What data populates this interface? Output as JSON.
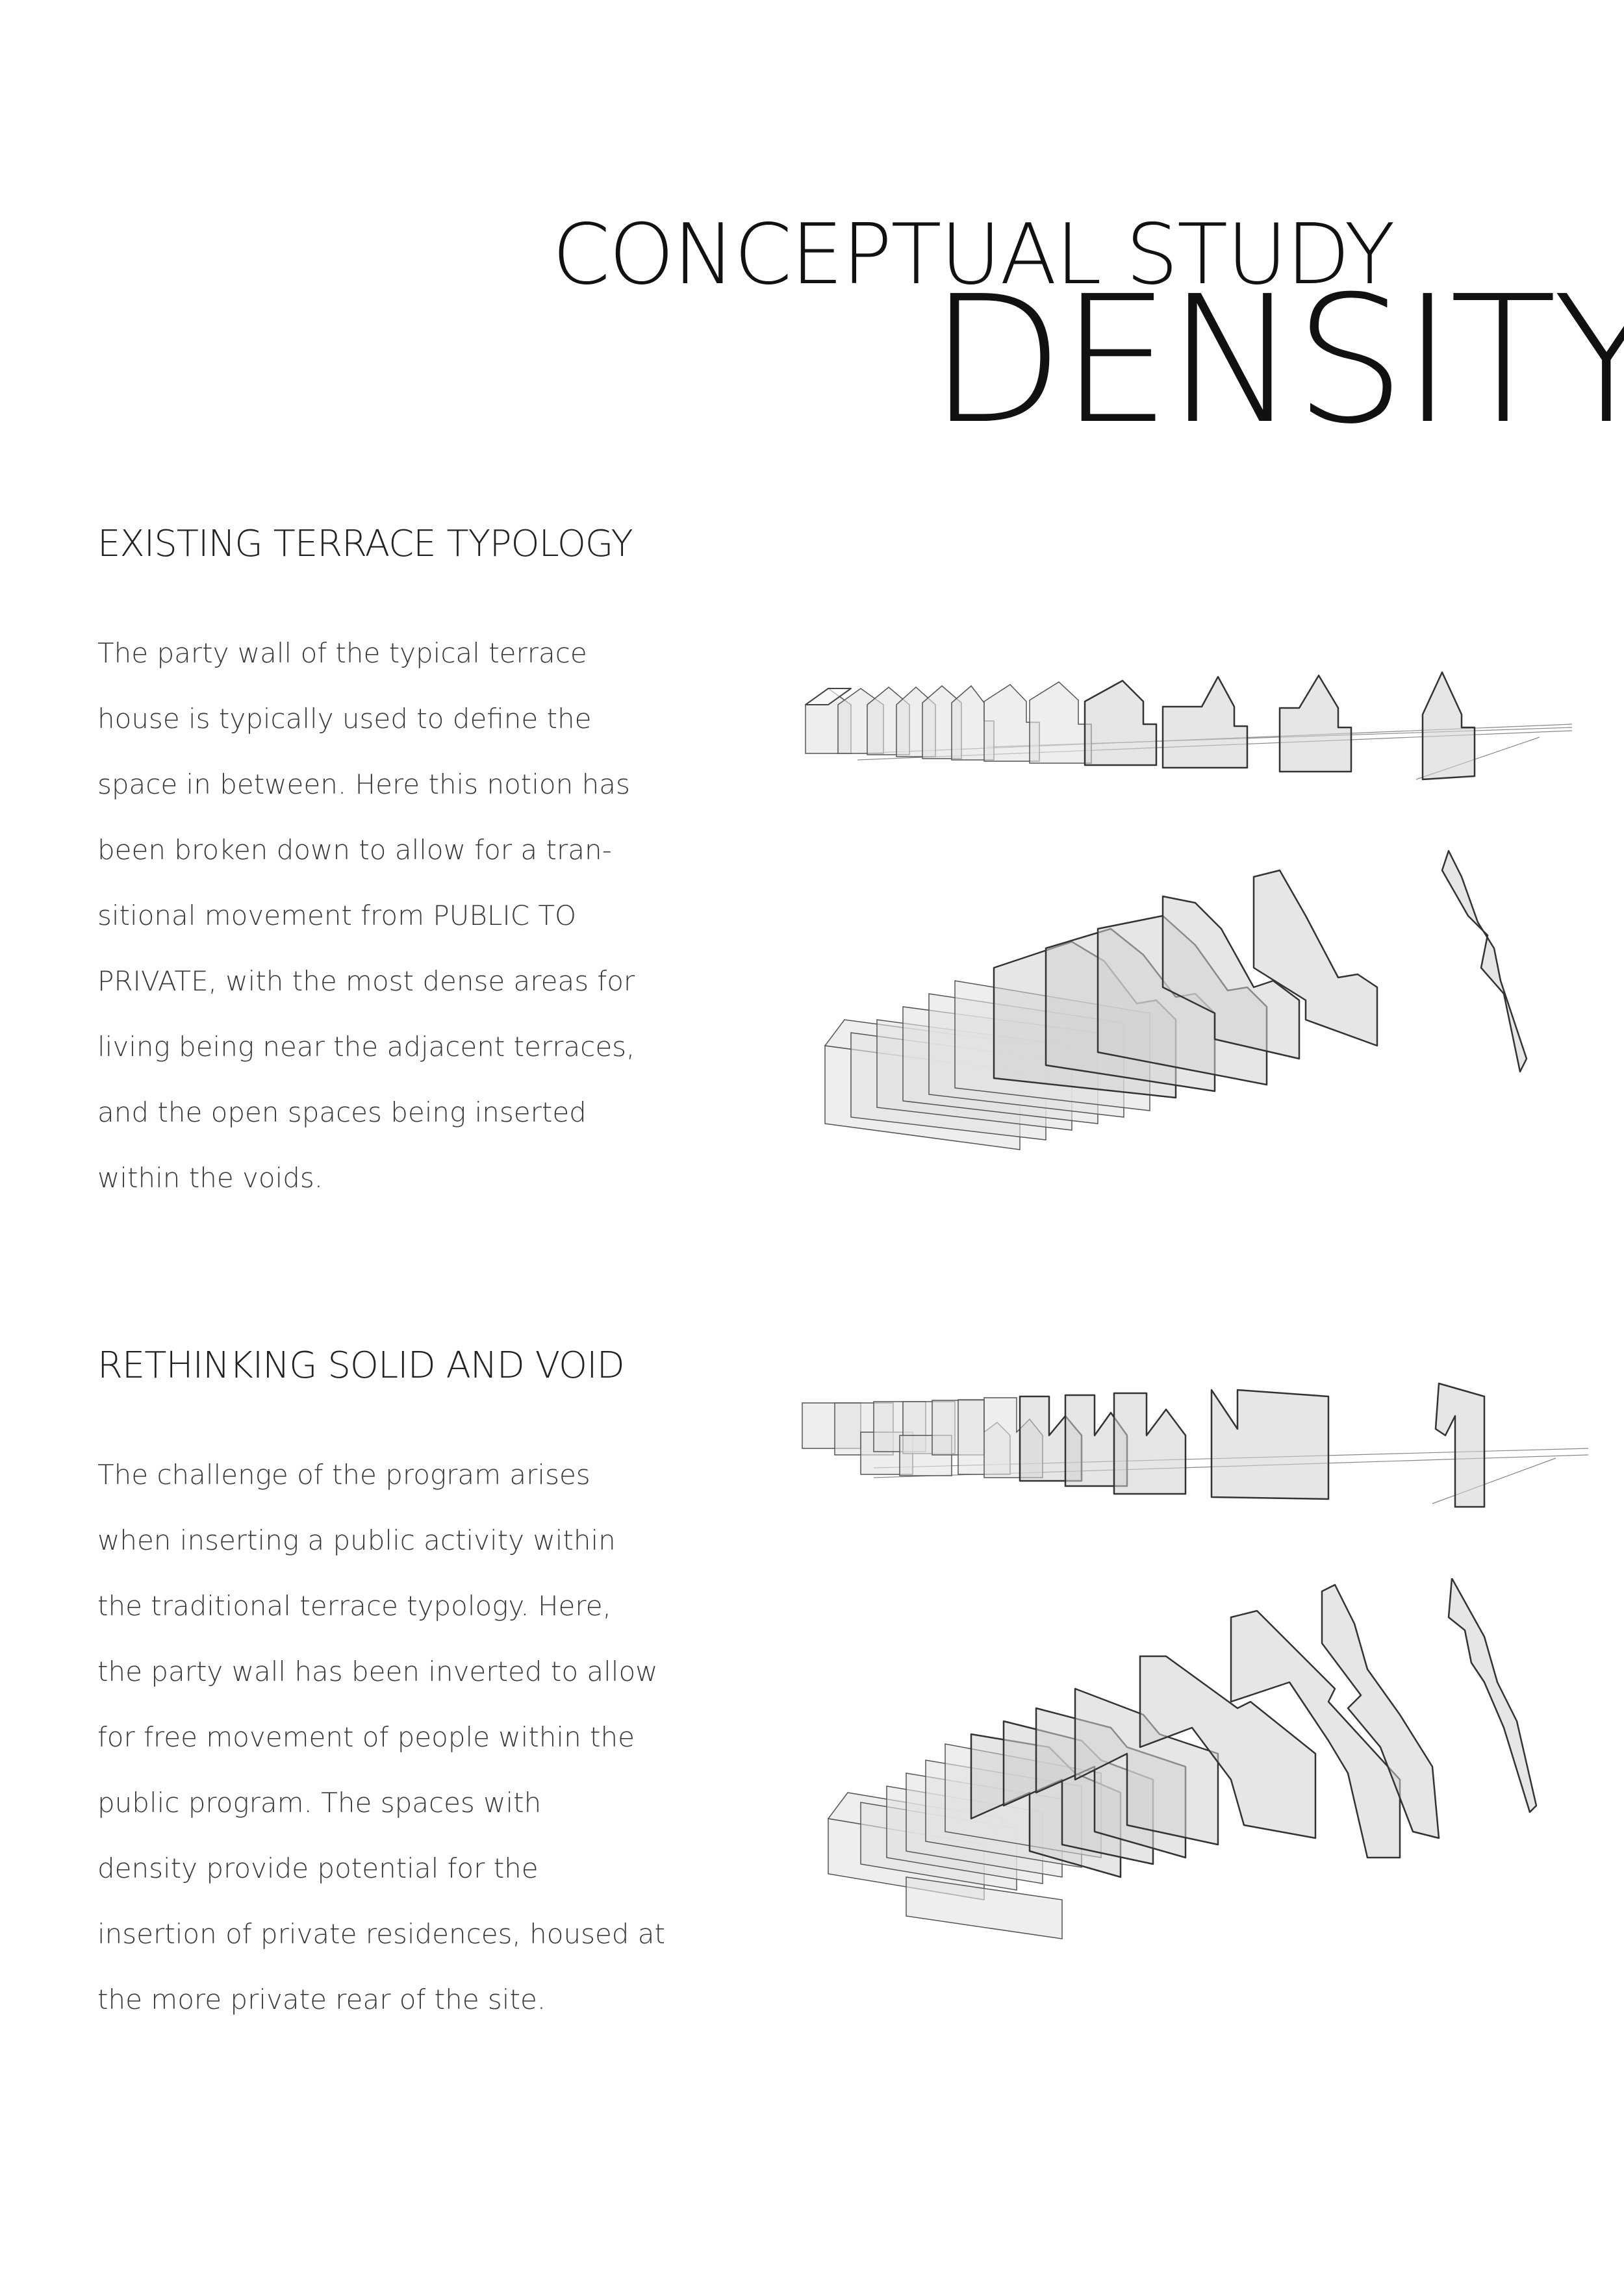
{
  "title": {
    "line1": "CONCEPTUAL STUDY",
    "line2": "DENSITY"
  },
  "sections": [
    {
      "heading": "EXISTING TERRACE TYPOLOGY",
      "lines": [
        "The party wall of the typical terrace",
        "house is typically used to define the",
        "space in between. Here this notion has",
        "been broken down to allow for a tran-",
        "sitional movement from PUBLIC TO",
        "PRIVATE, with the most dense areas for",
        "living being near the adjacent terraces,",
        "and the open spaces being inserted",
        "within the voids."
      ]
    },
    {
      "heading": "RETHINKING SOLID AND VOID",
      "lines": [
        "The challenge of the program arises",
        "when inserting a public activity within",
        "the traditional terrace typology. Here,",
        "the party wall has been inverted to allow",
        "for free movement of people within the",
        "public program. The spaces with",
        "density provide potential for the",
        "insertion of private residences, housed at",
        "the more private rear of the site."
      ]
    }
  ]
}
